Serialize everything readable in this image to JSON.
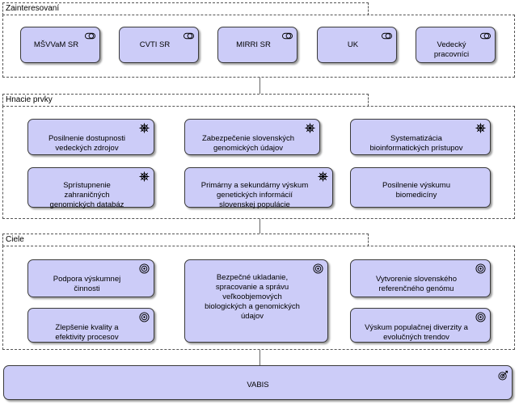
{
  "groups": {
    "stakeholders": {
      "label": "Zainteresovaní",
      "items": [
        "MŠVVaM SR",
        "CVTI SR",
        "MIRRI SR",
        "UK",
        "Vedecký\npracovníci"
      ]
    },
    "drivers": {
      "label": "Hnacie prvky",
      "items": [
        "Posilnenie dostupnosti\nvedeckých zdrojov",
        "Zabezpečenie slovenských\ngenomických údajov",
        "Systematizácia\nbioinformatických prístupov",
        "Sprístupnenie\nzahraničných\ngenomických databáz",
        "Primárny a sekundárny výskum\ngenetických informácií\nslovenskej populácie",
        "Posilnenie výskumu\nbiomedicíny"
      ]
    },
    "goals": {
      "label": "Ciele",
      "items": [
        "Podpora výskumnej\nčinnosti",
        "Zlepšenie kvality a\nefektivity procesov",
        "Bezpečné ukladanie,\nspracovanie a správu\nveľkoobjemových\nbiologických a genomických\núdajov",
        "Vytvorenie slovenského\nreferenčného genómu",
        "Výskum populačnej diverzity a\nevolučných trendov"
      ]
    }
  },
  "system": {
    "label": "VABIS"
  },
  "icons": {
    "stakeholder": "stakeholder-icon",
    "driver": "driver-icon",
    "goal": "goal-icon",
    "outcome": "outcome-icon"
  },
  "colors": {
    "node_fill": "#ccccf8",
    "border": "#3a3a3a"
  }
}
